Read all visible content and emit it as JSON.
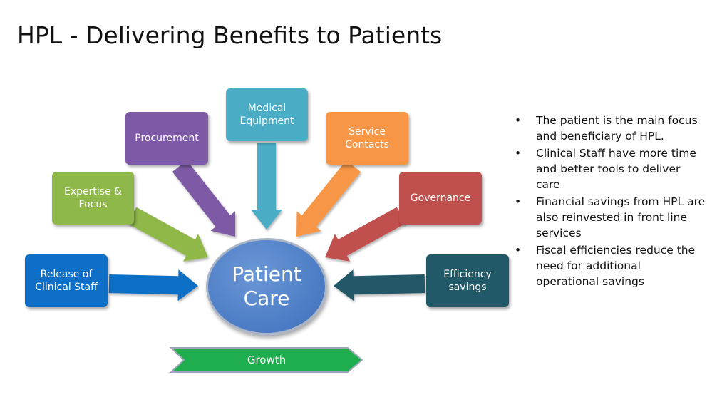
{
  "title": "HPL - Delivering Benefits to Patients",
  "center": {
    "label": "Patient\nCare",
    "color": "#4a7bc4"
  },
  "growth": {
    "label": "Growth",
    "color": "#1fae4e"
  },
  "boxes": [
    {
      "id": "release",
      "label": "Release of\nClinical Staff",
      "color": "#0f6fc6"
    },
    {
      "id": "expertise",
      "label": "Expertise &\nFocus",
      "color": "#8fb84a"
    },
    {
      "id": "procurement",
      "label": "Procurement",
      "color": "#7e5aa6"
    },
    {
      "id": "medical",
      "label": "Medical\nEquipment",
      "color": "#4bacc6"
    },
    {
      "id": "service",
      "label": "Service\nContacts",
      "color": "#f79646"
    },
    {
      "id": "governance",
      "label": "Governance",
      "color": "#c0504d"
    },
    {
      "id": "efficiency",
      "label": "Efficiency\nsavings",
      "color": "#215968"
    }
  ],
  "bullets": [
    "The patient is the main focus and beneficiary of HPL.",
    "Clinical Staff have more time and better tools to deliver care",
    "Financial savings from HPL are also  reinvested in front line services",
    "Fiscal efficiencies reduce the need for additional operational savings"
  ]
}
